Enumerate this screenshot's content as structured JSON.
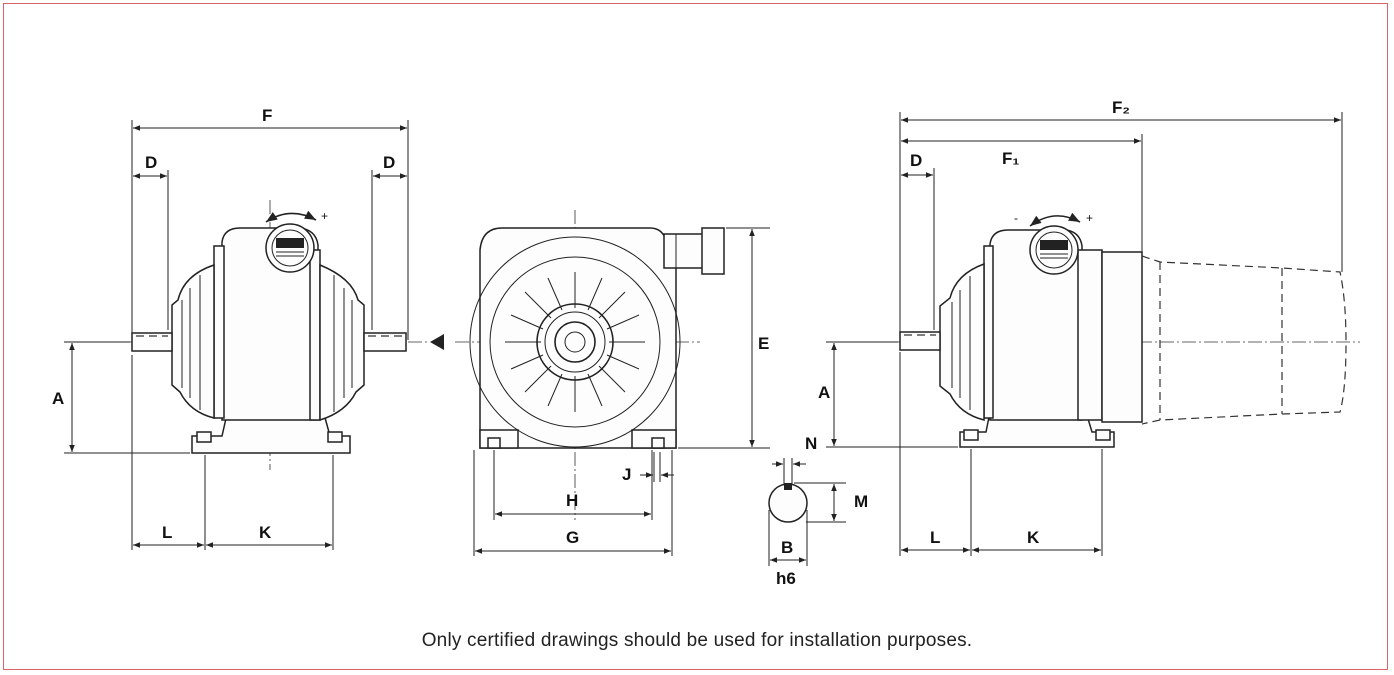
{
  "labels": {
    "left_view": {
      "F": "F",
      "D_left": "D",
      "D_right": "D",
      "A": "A",
      "L": "L",
      "K": "K"
    },
    "front_view": {
      "E": "E",
      "H": "H",
      "G": "G",
      "J": "J"
    },
    "shaft_detail": {
      "N": "N",
      "M": "M",
      "B": "B",
      "tolerance": "h6"
    },
    "right_view": {
      "F2": "F₂",
      "F1": "F₁",
      "D": "D",
      "A": "A",
      "L": "L",
      "K": "K",
      "minus": "-",
      "plus": "+"
    },
    "rotation_signs": {
      "minus": "-",
      "plus": "+"
    }
  },
  "footer_note": "Only certified drawings should be used for installation purposes.",
  "colors": {
    "frame_border": "#d9636b",
    "line": "#222222"
  }
}
